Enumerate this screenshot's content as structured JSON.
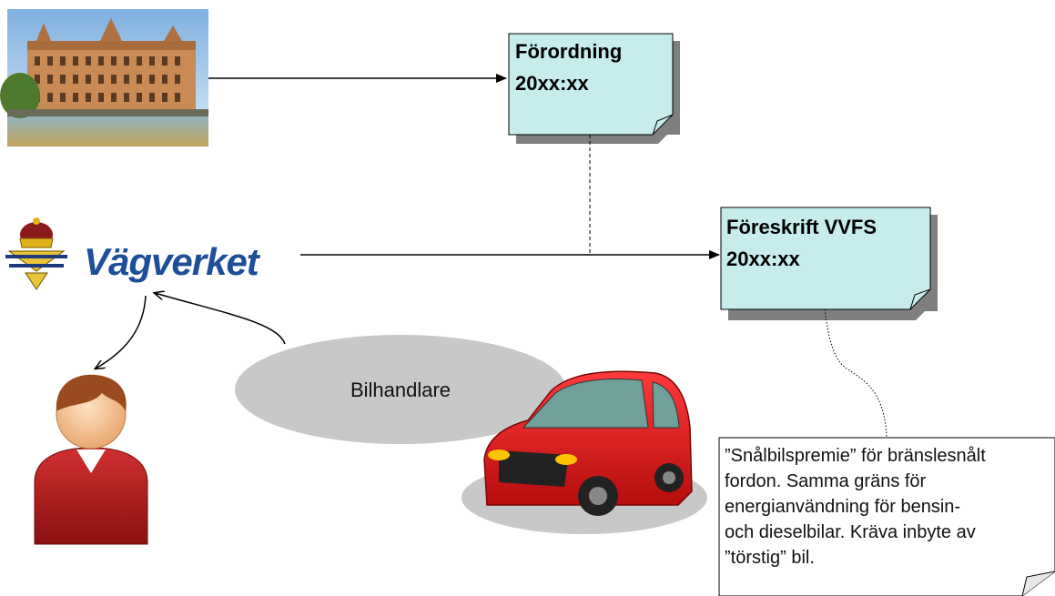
{
  "notes": {
    "forordning": {
      "line1": "Förordning",
      "line2": "20xx:xx"
    },
    "foreskrift": {
      "line1": "Föreskrift VVFS",
      "line2": "20xx:xx"
    }
  },
  "brand": {
    "name": "Vägverket"
  },
  "cloud": {
    "label": "Bilhandlare"
  },
  "comment": {
    "text": "”Snålbilspremie” för bränslesnålt\nfordon. Samma gräns för\nenergianvändning för bensin-\noch dieselbilar. Kräva inbyte av\n”törstig” bil."
  },
  "colors": {
    "note_fill": "#c6ecec",
    "note_shadow": "#7f7f7f",
    "brand_blue": "#1d4e9a",
    "cloud_gray": "#c8c8c8",
    "car_red": "#e01a1a"
  }
}
